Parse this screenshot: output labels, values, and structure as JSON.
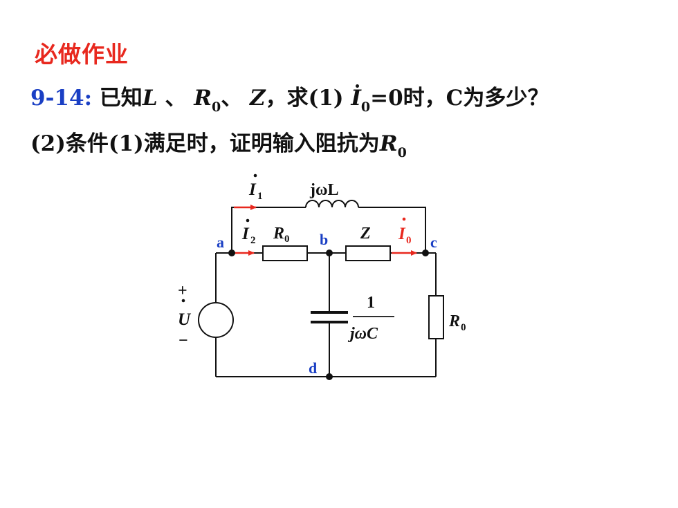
{
  "heading": "必做作业",
  "q1": {
    "num": "9-14:",
    "t1": " 已知",
    "L": "L",
    "sep1": " 、 ",
    "R": "R",
    "R_sub": "0",
    "sep2": "、 ",
    "Z": "Z",
    "t2": "，求(1) ",
    "I": "I",
    "I_sub": "0",
    "t3": "=0时，C为多少？"
  },
  "q2": {
    "t1": "(2)条件(1)满足时，证明输入阻抗为",
    "R": "R",
    "R_sub": "0"
  },
  "circuit": {
    "I1": "I",
    "I1_sub": "1",
    "jwL": "jωL",
    "I2": "I",
    "I2_sub": "2",
    "R0_top": "R",
    "R0_top_sub": "0",
    "Z": "Z",
    "I0": "I",
    "I0_sub": "0",
    "node_a": "a",
    "node_b": "b",
    "node_c": "c",
    "node_d": "d",
    "plus": "+",
    "U": "U",
    "minus": "−",
    "frac_num": "1",
    "frac_den": "jωC",
    "R0_right": "R",
    "R0_right_sub": "0"
  },
  "colors": {
    "heading": "#e8281e",
    "number": "#1a3fc4",
    "arrow": "#e8281e",
    "node_label": "#1a3fc4"
  }
}
